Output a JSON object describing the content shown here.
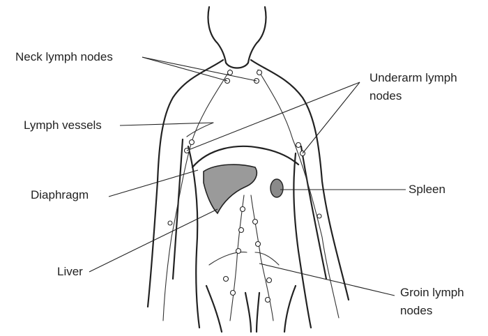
{
  "labels": {
    "neck": "Neck lymph nodes",
    "vessels": "Lymph vessels",
    "underarm_line1": "Underarm lymph",
    "underarm_line2": "nodes",
    "spleen": "Spleen",
    "diaphragm": "Diaphragm",
    "liver": "Liver",
    "groin_line1": "Groin lymph",
    "groin_line2": "nodes"
  },
  "colors": {
    "ink": "#222222",
    "background": "#ffffff"
  }
}
